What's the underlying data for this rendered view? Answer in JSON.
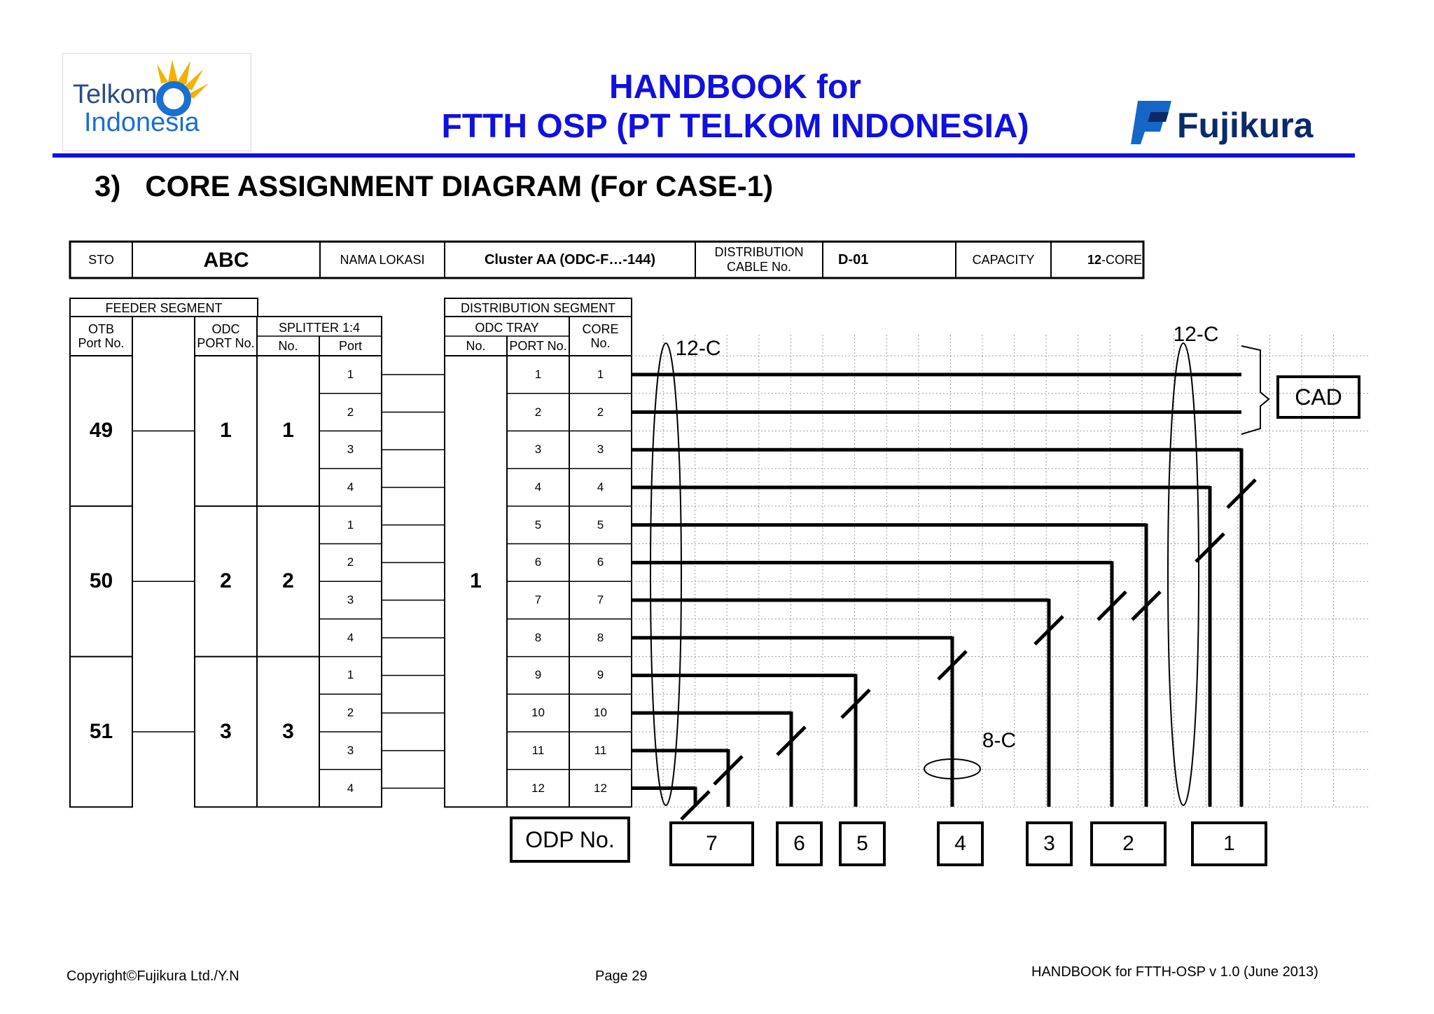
{
  "header": {
    "telkom_logo_line1": "Telkom",
    "telkom_logo_line2": "Indonesia",
    "title_line1": "HANDBOOK for",
    "title_line2": "FTTH OSP (PT TELKOM INDONESIA)",
    "fujikura_logo_text": "Fujikura"
  },
  "section_heading": "3)   CORE ASSIGNMENT DIAGRAM (For CASE-1)",
  "info_bar": {
    "sto_label": "STO",
    "sto_value": "ABC",
    "location_label": "NAMA LOKASI",
    "location_value": "Cluster AA (ODC-F…-144)",
    "cable_label_line1": "DISTRIBUTION",
    "cable_label_line2": "CABLE No.",
    "cable_value": "D-01",
    "capacity_label": "CAPACITY",
    "capacity_value_bold": "12",
    "capacity_value_rest": "-CORE"
  },
  "feeder": {
    "title": "FEEDER SEGMENT",
    "otb_header_line1": "OTB",
    "otb_header_line2": "Port No.",
    "odc_header_line1": "ODC",
    "odc_header_line2": "PORT No.",
    "splitter_header": "SPLITTER 1:4",
    "splitter_no_header": "No.",
    "splitter_port_header": "Port",
    "groups": [
      {
        "otb": "49",
        "odc": "1",
        "splitter": "1",
        "ports": [
          "1",
          "2",
          "3",
          "4"
        ]
      },
      {
        "otb": "50",
        "odc": "2",
        "splitter": "2",
        "ports": [
          "1",
          "2",
          "3",
          "4"
        ]
      },
      {
        "otb": "51",
        "odc": "3",
        "splitter": "3",
        "ports": [
          "1",
          "2",
          "3",
          "4"
        ]
      }
    ]
  },
  "distribution": {
    "title": "DISTRIBUTION SEGMENT",
    "tray_header": "ODC TRAY",
    "tray_no_header": "No.",
    "tray_port_header": "PORT No.",
    "core_header_line1": "CORE",
    "core_header_line2": "No.",
    "tray_no": "1",
    "ports": [
      "1",
      "2",
      "3",
      "4",
      "5",
      "6",
      "7",
      "8",
      "9",
      "10",
      "11",
      "12"
    ],
    "cores": [
      "1",
      "2",
      "3",
      "4",
      "5",
      "6",
      "7",
      "8",
      "9",
      "10",
      "11",
      "12"
    ]
  },
  "diagram": {
    "cable_label_left": "12-C",
    "cable_label_right": "12-C",
    "branch_label": "8-C",
    "cad_label": "CAD",
    "odp_header": "ODP No.",
    "odp_boxes": [
      "7",
      "6",
      "5",
      "4",
      "3",
      "2",
      "1"
    ]
  },
  "footer": {
    "copyright": "Copyright©Fujikura Ltd./Y.N",
    "page": "Page 29",
    "doc": "HANDBOOK for FTTH-OSP v 1.0 (June 2013)"
  }
}
